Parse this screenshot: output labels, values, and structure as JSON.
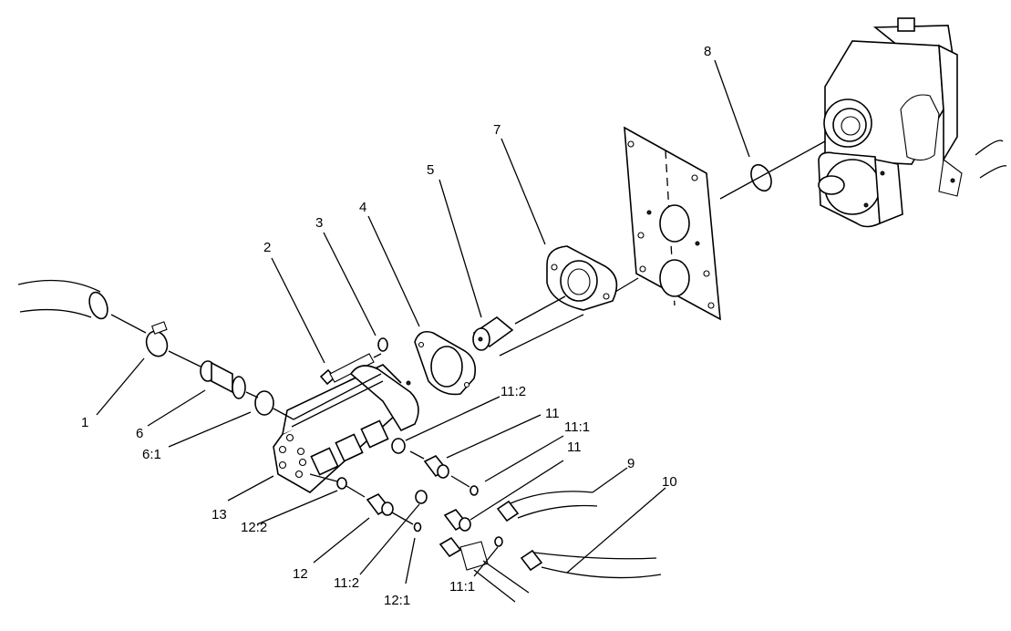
{
  "diagram": {
    "callouts": [
      {
        "id": "c1",
        "text": "1"
      },
      {
        "id": "c2",
        "text": "2"
      },
      {
        "id": "c3",
        "text": "3"
      },
      {
        "id": "c4",
        "text": "4"
      },
      {
        "id": "c5",
        "text": "5"
      },
      {
        "id": "c6",
        "text": "6"
      },
      {
        "id": "c61",
        "text": "6:1"
      },
      {
        "id": "c7",
        "text": "7"
      },
      {
        "id": "c8",
        "text": "8"
      },
      {
        "id": "c9",
        "text": "9"
      },
      {
        "id": "c10",
        "text": "10"
      },
      {
        "id": "c11a",
        "text": "11"
      },
      {
        "id": "c11b",
        "text": "11"
      },
      {
        "id": "c112a",
        "text": "11:2"
      },
      {
        "id": "c112b",
        "text": "11:2"
      },
      {
        "id": "c111a",
        "text": "11:1"
      },
      {
        "id": "c111b",
        "text": "11:1"
      },
      {
        "id": "c12",
        "text": "12"
      },
      {
        "id": "c122",
        "text": "12:2"
      },
      {
        "id": "c121",
        "text": "12:1"
      },
      {
        "id": "c13",
        "text": "13"
      }
    ]
  }
}
